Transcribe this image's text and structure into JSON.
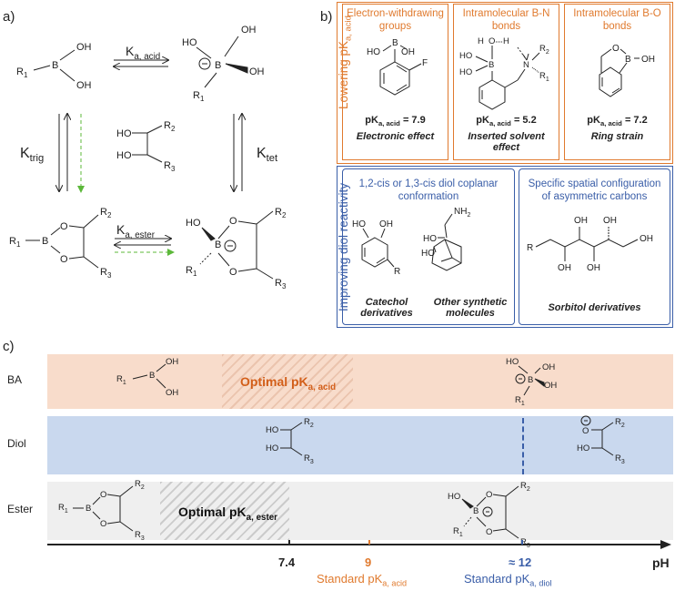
{
  "panel_labels": {
    "a": "a)",
    "b": "b)",
    "c": "c)"
  },
  "panel_a": {
    "k_acid": "K",
    "k_acid_sub": "a, acid",
    "k_trig": "K",
    "k_trig_sub": "trig",
    "k_tet": "K",
    "k_tet_sub": "tet",
    "k_ester": "K",
    "k_ester_sub": "a, ester"
  },
  "panel_b": {
    "side_lowering": "Lowering pK",
    "side_lowering_sub": "a, acid",
    "side_improving": "Improving diol reactivity",
    "boxes_top": [
      {
        "title_line1": "Electron-withdrawing",
        "title_line2": "groups",
        "pk_main": "pK",
        "pk_sub": "a, acid",
        "pk_value": " = 7.9",
        "effect": "Electronic effect"
      },
      {
        "title_line1": "Intramolecular B-N",
        "title_line2": "bonds",
        "pk_main": "pK",
        "pk_sub": "a, acid",
        "pk_value": " = 5.2",
        "effect": "Inserted solvent effect"
      },
      {
        "title_line1": "Intramolecular B-O",
        "title_line2": "bonds",
        "pk_main": "pK",
        "pk_sub": "a, acid",
        "pk_value": " = 7.2",
        "effect": "Ring strain"
      }
    ],
    "boxes_bottom": [
      {
        "title_line1": "1,2-cis or 1,3-cis diol coplanar",
        "title_line2": "conformation",
        "label1_line1": "Catechol",
        "label1_line2": "derivatives",
        "label2_line1": "Other synthetic",
        "label2_line2": "molecules"
      },
      {
        "title_line1": "Specific spatial configuration",
        "title_line2": "of asymmetric carbons",
        "label": "Sorbitol derivatives"
      }
    ]
  },
  "panel_c": {
    "rows": [
      "BA",
      "Diol",
      "Ester"
    ],
    "optimal_acid": "Optimal pK",
    "optimal_acid_sub": "a, acid",
    "optimal_ester": "Optimal pK",
    "optimal_ester_sub": "a, ester",
    "axis_label": "pH",
    "ticks": [
      "7.4",
      "9",
      "≈ 12"
    ],
    "standard_acid": "Standard pK",
    "standard_acid_sub": "a, acid",
    "standard_diol": "Standard pK",
    "standard_diol_sub": "a, diol"
  },
  "colors": {
    "orange": "#e07a2e",
    "blue": "#3a5ea8",
    "ba_band": "#f8dccb",
    "diol_band": "#c9d8ee",
    "ester_band": "#efefef",
    "green_arrow": "#5cb83a"
  }
}
